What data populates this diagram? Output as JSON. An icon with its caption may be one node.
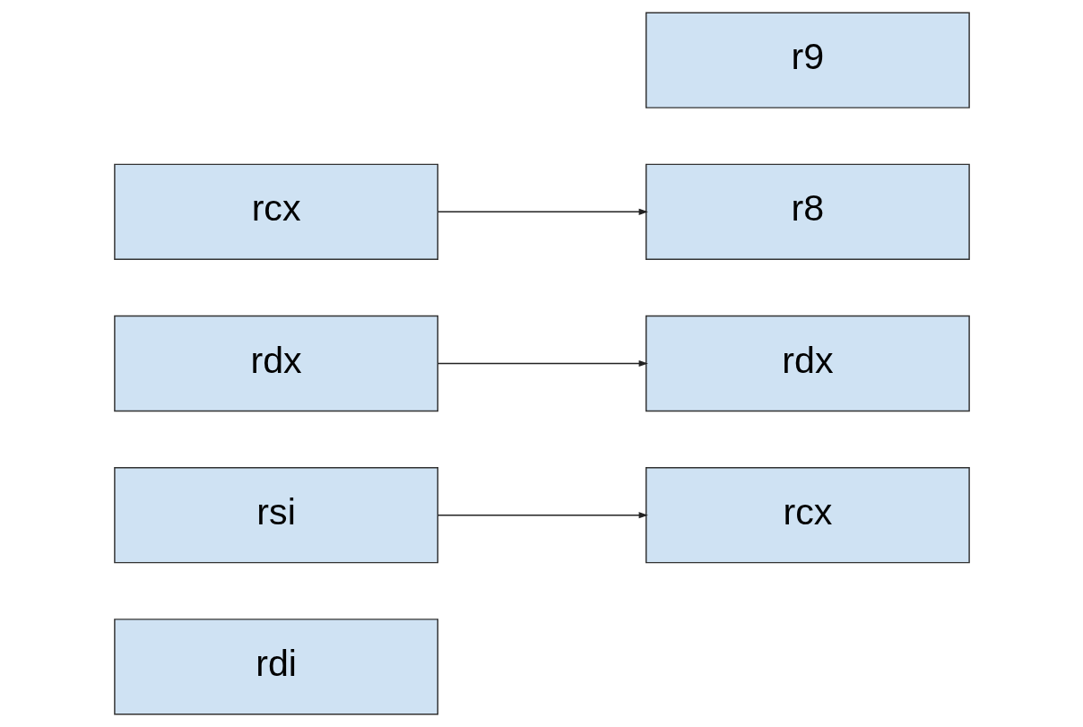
{
  "diagram": {
    "nodes": [
      {
        "text": [
          "rdi"
        ]
      },
      {
        "text": [
          "rsi"
        ]
      },
      {
        "text": [
          "rdx"
        ]
      },
      {
        "text": [
          "rcx"
        ]
      },
      {
        "text": [
          "rcx"
        ]
      },
      {
        "text": [
          "rdx"
        ]
      },
      {
        "text": [
          "r8"
        ]
      },
      {
        "text": [
          "r9"
        ]
      }
    ],
    "edges": [
      {
        "from": 1,
        "to": 4,
        "arrow": "to"
      },
      {
        "from": 2,
        "to": 5,
        "arrow": "to"
      },
      {
        "from": 3,
        "to": 6,
        "arrow": "to"
      }
    ]
  }
}
